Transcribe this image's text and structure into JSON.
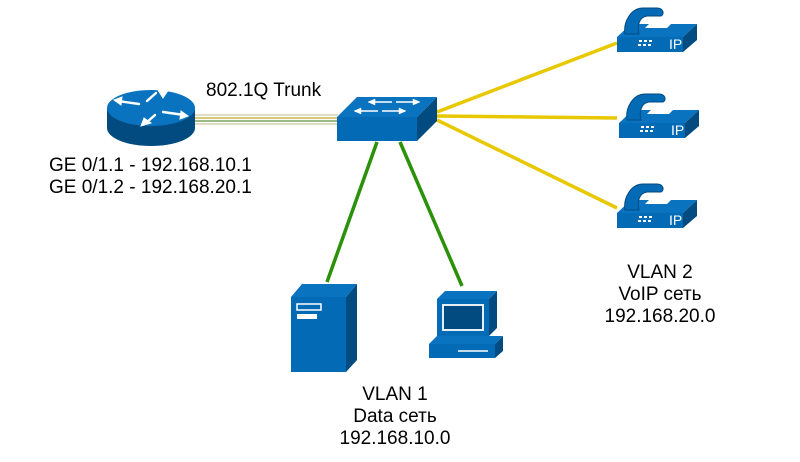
{
  "trunk_label": "802.1Q Trunk",
  "router": {
    "interfaces": [
      "GE 0/1.1 - 192.168.10.1",
      "GE 0/1.2 - 192.168.20.1"
    ]
  },
  "vlan1": {
    "name": "VLAN 1",
    "type": "Data сеть",
    "network": "192.168.10.0"
  },
  "vlan2": {
    "name": "VLAN 2",
    "type": "VoIP сеть",
    "network": "192.168.20.0"
  },
  "phones": [
    {
      "badge": "IP"
    },
    {
      "badge": "IP"
    },
    {
      "badge": "IP"
    }
  ],
  "colors": {
    "device_blue": "#036ab5",
    "device_dark": "#024b80",
    "data_link": "#2a9108",
    "voip_link": "#e8c800",
    "trunk_line": "#b8a94c"
  }
}
